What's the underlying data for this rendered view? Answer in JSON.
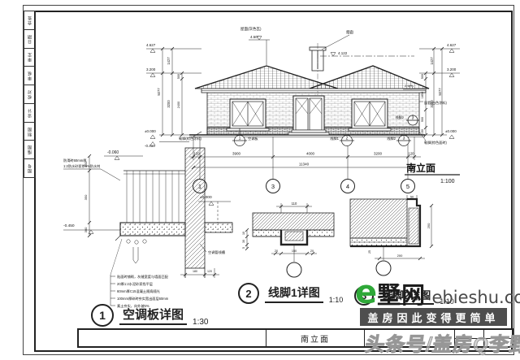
{
  "colors": {
    "ink": "#222222",
    "green": "#2ea838",
    "banner_bg": "#4e4e4e",
    "watermark_gray": "#a7a7a7"
  },
  "strip": {
    "cells": [
      "会签",
      "日期",
      "审定",
      "审核",
      "校对",
      "设计",
      "制图",
      "描图",
      "图号"
    ]
  },
  "elev": {
    "title": "南立面",
    "scale": "1:100",
    "roof_label": "屋面(灰色瓦)",
    "ridge_level": "4.500",
    "chimney_label": "烟囱",
    "chimney_level": "4.122",
    "lv_top": "4.627",
    "lv_eave": "3.200",
    "lv_zero": "±0.000",
    "lv_neg": "-0.450",
    "lv_sill": "2.900",
    "d1427": "1427",
    "d5077": "5077",
    "d3200": "3200",
    "d2400": "2400",
    "d500": "500",
    "d1850": "1850",
    "d900": "900",
    "d150": "150",
    "b120": "120",
    "b3900": "3900",
    "b4000": "4000",
    "b3200": "3200",
    "btotal": "11340",
    "ax": [
      "1",
      "3",
      "4",
      "5"
    ],
    "mk": [
      "1",
      "2",
      "3"
    ],
    "mk_labels": [
      "空调板",
      "线脚1",
      "线脚2"
    ],
    "note_left": "勒脚(棕色涂料)",
    "note_right": "窗套(白色涂料)",
    "note_base": "勒脚(棕色面砖)"
  },
  "d1": {
    "num": "1",
    "title": "空调板详图",
    "scale": "1:30",
    "lv_top": "-0.060",
    "lv_zero": "±0.000",
    "lv_neg": "-0.450",
    "dim150": "150",
    "dim350": "350",
    "dim300": "300",
    "dim180": "180",
    "dim120": "120",
    "top_note1": "防滑砖60mm厚",
    "top_note2": "1:2防水砂浆掺5%防水剂",
    "pipe_label": "空调管线槽",
    "notes": [
      "贴面砖铺砌，灰缝宽度与墙面匹配",
      "20厚1:2水泥砂浆找平层",
      "60mm厚C15混凝土随捣随光",
      "100mm厚碎砖夯实宽出面层60mm",
      "素土夯实，向外坡5%"
    ]
  },
  "d2": {
    "num": "2",
    "title": "线脚1详图",
    "scale": "1:10",
    "dtop": "110",
    "dl1": "10",
    "dl2": "30",
    "dl3": "5",
    "db1": "20",
    "db2": "150",
    "db3": "20"
  },
  "d3": {
    "num": "3",
    "title": "线脚2详图",
    "scale": "1:10",
    "dtop": "50",
    "dright": "250",
    "dbottom": "200",
    "dleft": "25"
  },
  "tb": {
    "name": "南立面"
  },
  "wm": {
    "e": "e",
    "brand": "墅网",
    "dot": "·",
    "domain": "ebieshu.com",
    "banner": "盖房因此变得更简单",
    "tagline": "头条号/盖房Q李野"
  }
}
